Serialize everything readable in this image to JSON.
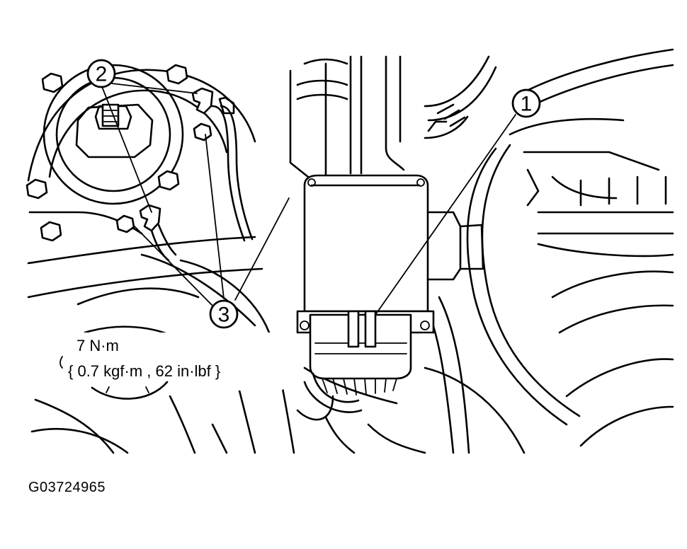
{
  "callouts": {
    "one": "1",
    "two": "2",
    "three": "3"
  },
  "torque_spec": {
    "line1": "7 N·m",
    "line2": "{ 0.7 kgf·m , 62 in·lbf }"
  },
  "figure_id": "G03724965",
  "colors": {
    "ink": "#000000",
    "background": "#ffffff"
  }
}
